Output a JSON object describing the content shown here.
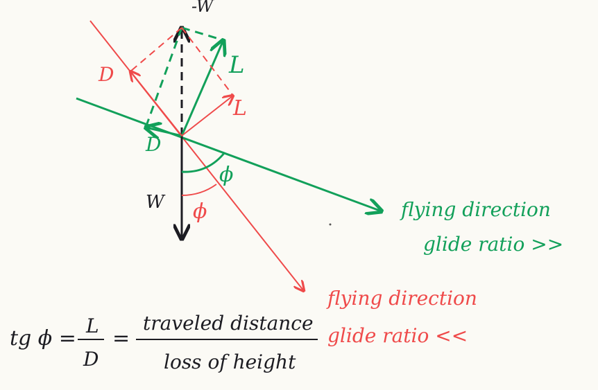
{
  "labels": {
    "minus_w": "-W",
    "w": "W",
    "lift_green": "L",
    "lift_red": "L",
    "drag_green": "D",
    "drag_red": "D",
    "phi_green": "ϕ",
    "phi_red": "ϕ"
  },
  "annotations": {
    "green_direction_line1": "flying direction",
    "green_direction_line2": "glide ratio >>",
    "red_direction_line1": "flying direction",
    "red_direction_line2": "glide ratio <<"
  },
  "formula": {
    "lhs": "tg ϕ =",
    "ratio_num": "L",
    "ratio_den": "D",
    "equals": "=",
    "frac_num": "traveled distance",
    "frac_den": "loss of height"
  },
  "colors": {
    "ink": "#1c1c22",
    "green": "#12a05a",
    "red": "#ef4a4a",
    "paper": "#fbfaf5"
  }
}
